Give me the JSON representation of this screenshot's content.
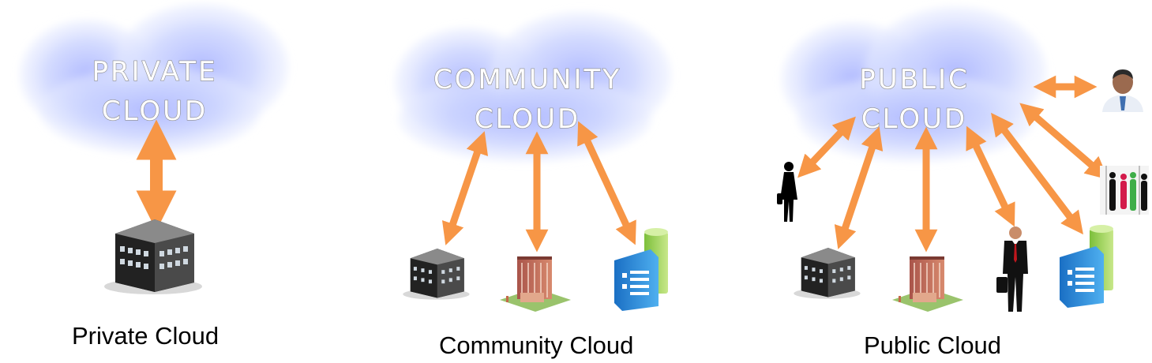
{
  "colors": {
    "arrow": "#F79646",
    "cloud_center": "#aeb8ff",
    "cloud_edge": "#dfe7ff"
  },
  "panels": [
    {
      "id": "private",
      "cloud_label_lines": [
        "PRIVATE",
        "CLOUD"
      ],
      "caption": "Private Cloud",
      "participants": [
        "office-building-icon"
      ]
    },
    {
      "id": "community",
      "cloud_label_lines": [
        "COMMUNITY",
        "CLOUD"
      ],
      "caption": "Community Cloud",
      "participants": [
        "office-building-icon",
        "brick-building-icon",
        "corporate-building-icon"
      ]
    },
    {
      "id": "public",
      "cloud_label_lines": [
        "PUBLIC",
        "CLOUD"
      ],
      "caption": "Public Cloud",
      "participants": [
        "woman-silhouette-icon",
        "office-building-icon",
        "brick-building-icon",
        "businessman-icon",
        "corporate-building-icon",
        "crowd-icon",
        "user-avatar-icon"
      ]
    }
  ]
}
